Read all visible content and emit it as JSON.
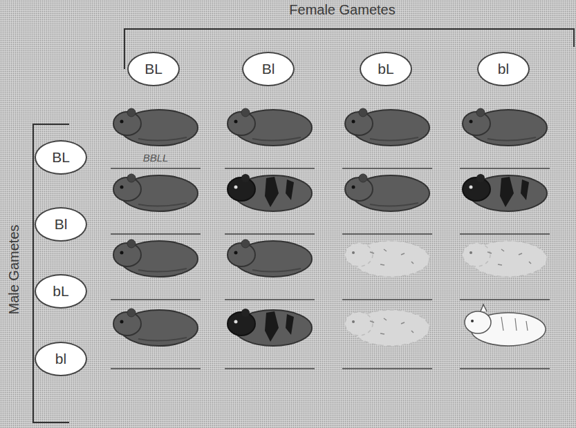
{
  "diagram": {
    "nodes": [
      {
        "text": [
          "BL"
        ]
      },
      {
        "text": [
          "Bl"
        ]
      },
      {
        "text": [
          "bL"
        ]
      },
      {
        "text": [
          "bl"
        ]
      },
      {
        "text": [
          "BL"
        ]
      },
      {
        "text": [
          "Bl"
        ]
      },
      {
        "text": [
          "bL"
        ]
      },
      {
        "text": [
          "bl"
        ]
      }
    ],
    "labels": [
      "Female Gametes",
      "Male Gametes",
      "BBLL"
    ]
  }
}
